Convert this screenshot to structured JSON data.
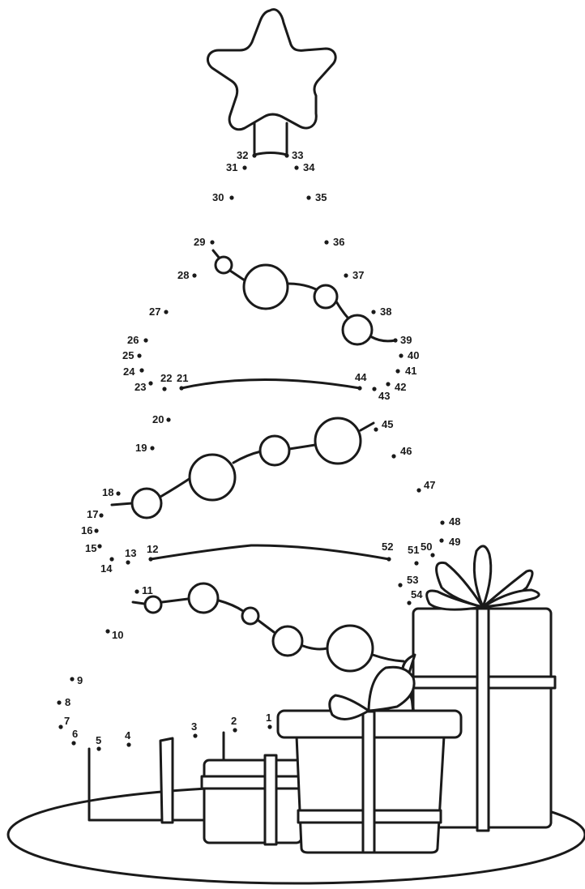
{
  "colors": {
    "ink": "#1a1a1a",
    "paper": "#ffffff"
  },
  "points": [
    {
      "n": "1"
    },
    {
      "n": "2"
    },
    {
      "n": "3"
    },
    {
      "n": "4"
    },
    {
      "n": "5"
    },
    {
      "n": "6"
    },
    {
      "n": "7"
    },
    {
      "n": "8"
    },
    {
      "n": "9"
    },
    {
      "n": "10"
    },
    {
      "n": "11"
    },
    {
      "n": "12"
    },
    {
      "n": "13"
    },
    {
      "n": "14"
    },
    {
      "n": "15"
    },
    {
      "n": "16"
    },
    {
      "n": "17"
    },
    {
      "n": "18"
    },
    {
      "n": "19"
    },
    {
      "n": "20"
    },
    {
      "n": "21"
    },
    {
      "n": "22"
    },
    {
      "n": "23"
    },
    {
      "n": "24"
    },
    {
      "n": "25"
    },
    {
      "n": "26"
    },
    {
      "n": "27"
    },
    {
      "n": "28"
    },
    {
      "n": "29"
    },
    {
      "n": "30"
    },
    {
      "n": "31"
    },
    {
      "n": "32"
    },
    {
      "n": "33"
    },
    {
      "n": "34"
    },
    {
      "n": "35"
    },
    {
      "n": "36"
    },
    {
      "n": "37"
    },
    {
      "n": "38"
    },
    {
      "n": "39"
    },
    {
      "n": "40"
    },
    {
      "n": "41"
    },
    {
      "n": "42"
    },
    {
      "n": "43"
    },
    {
      "n": "44"
    },
    {
      "n": "45"
    },
    {
      "n": "46"
    },
    {
      "n": "47"
    },
    {
      "n": "48"
    },
    {
      "n": "49"
    },
    {
      "n": "50"
    },
    {
      "n": "51"
    },
    {
      "n": "52"
    },
    {
      "n": "53"
    },
    {
      "n": "54"
    }
  ]
}
